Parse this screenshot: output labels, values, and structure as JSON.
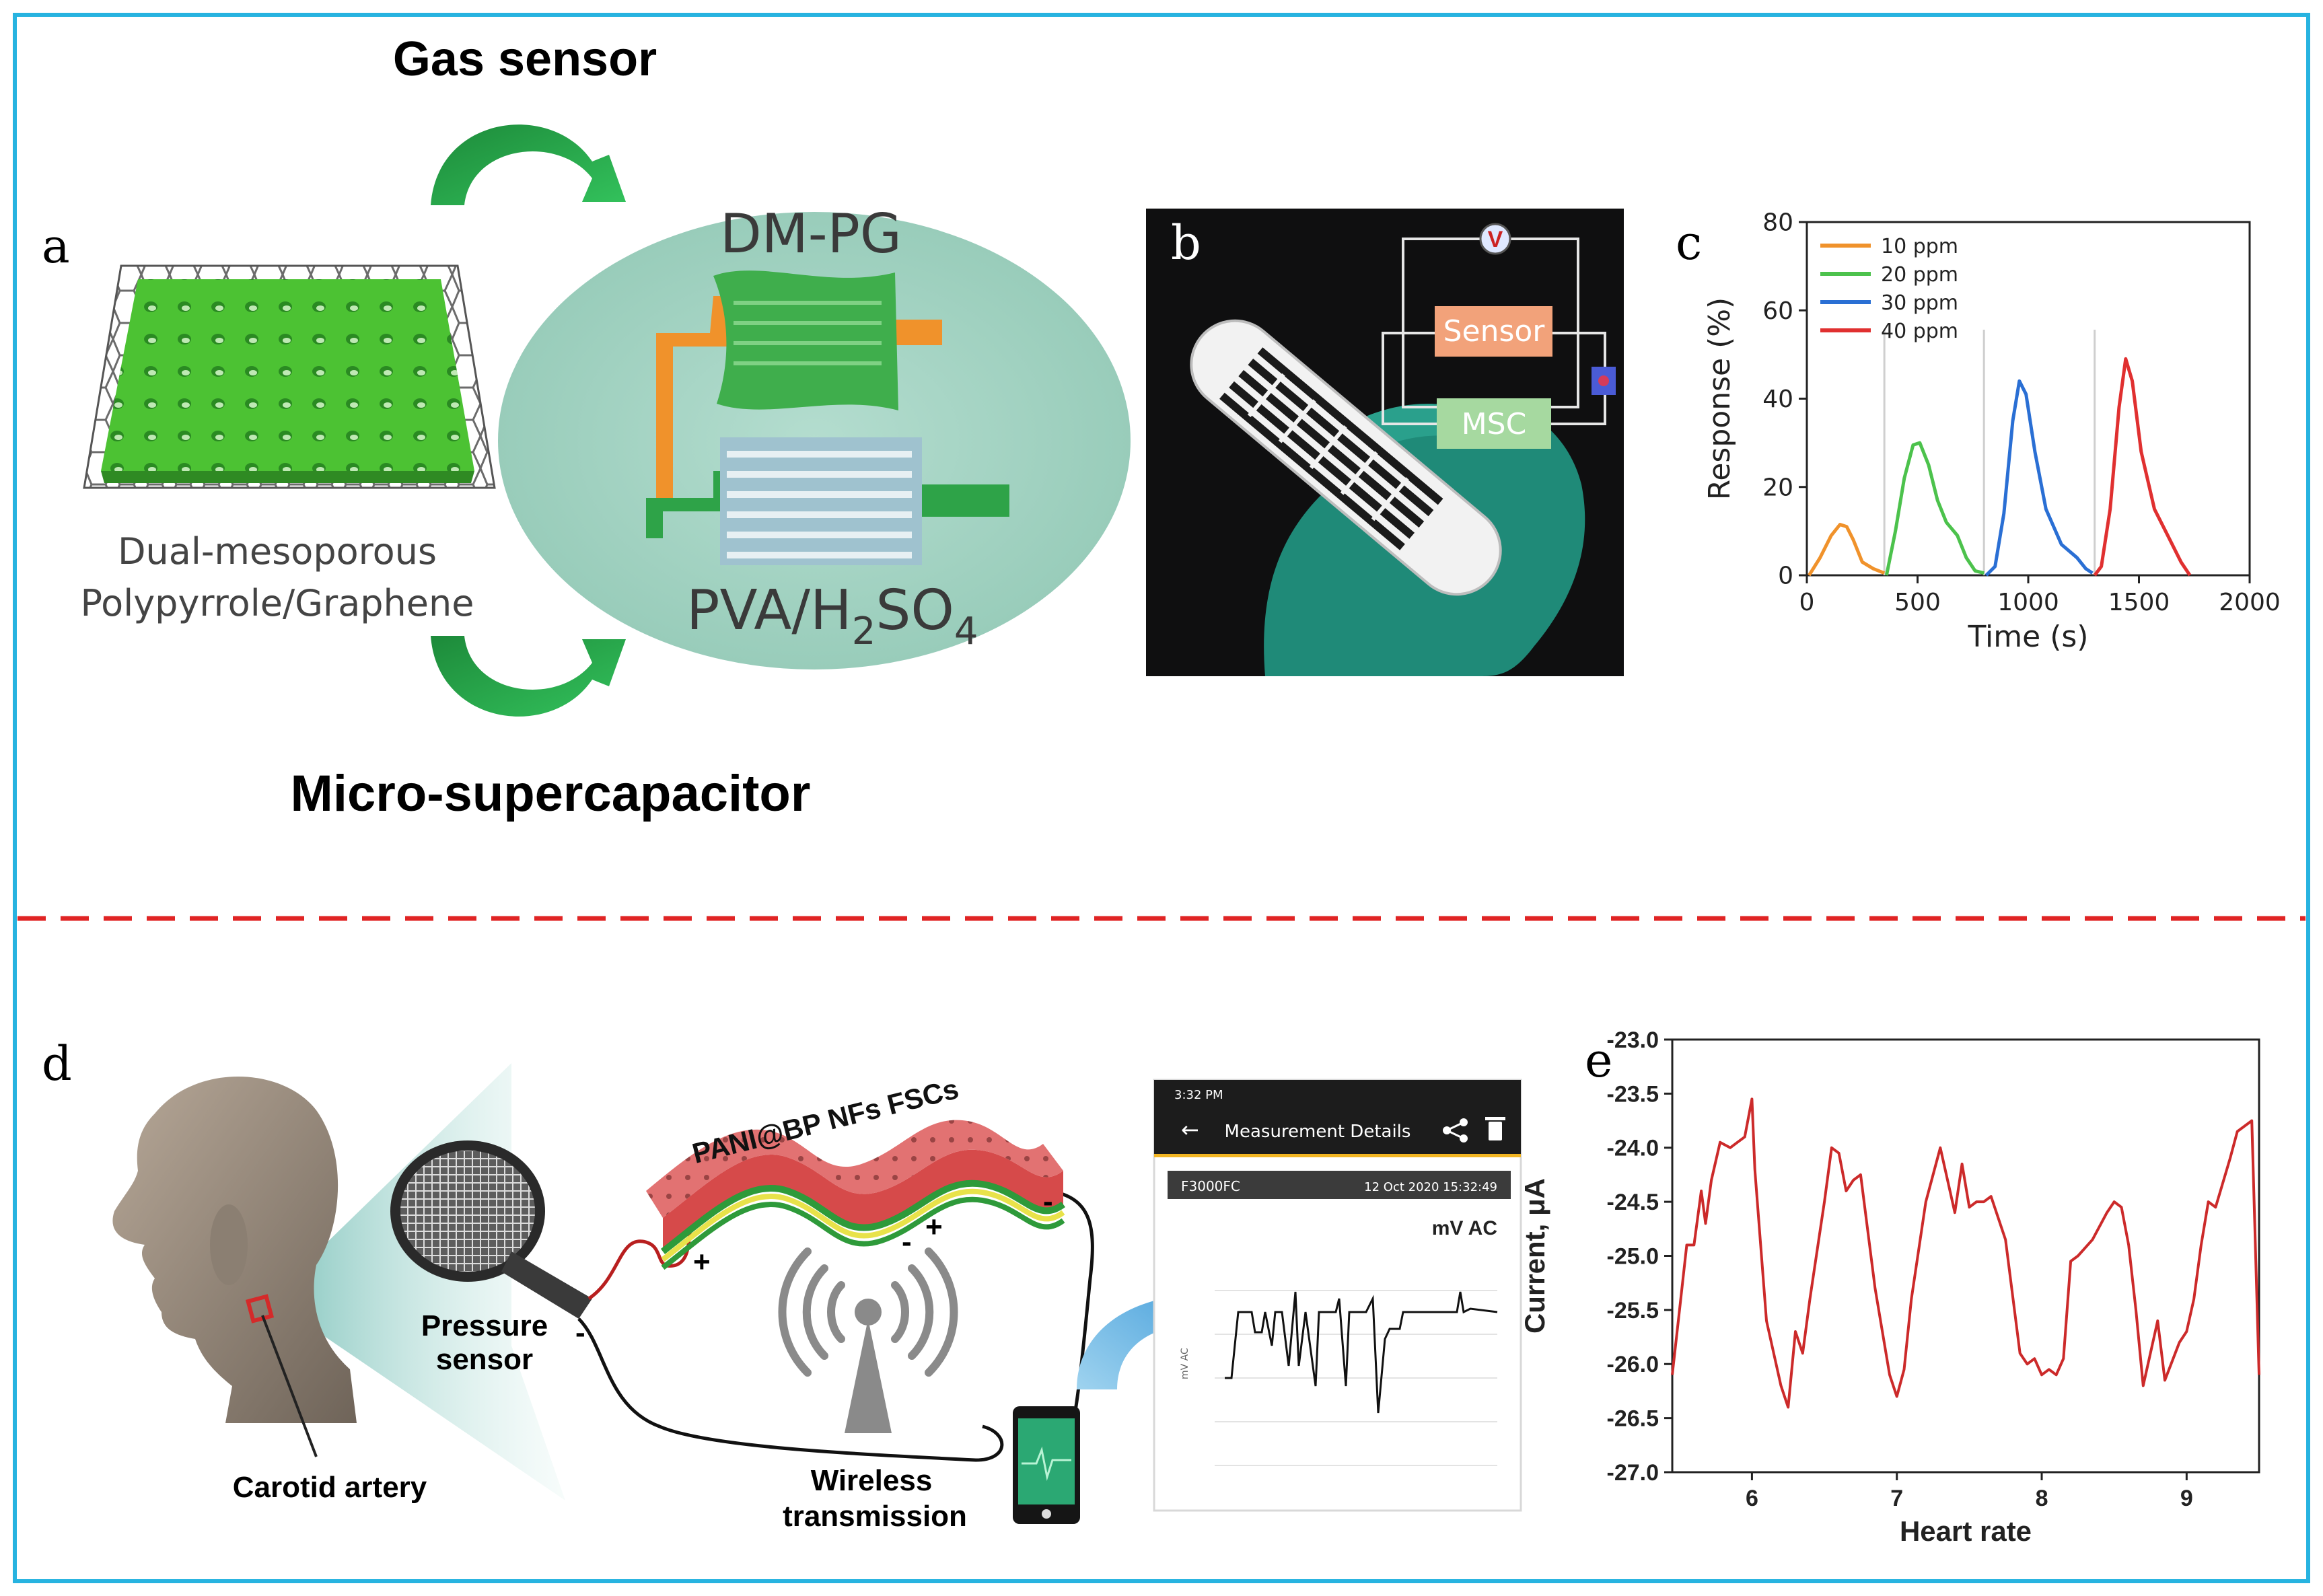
{
  "panel_labels": {
    "a": "a",
    "b": "b",
    "c": "c",
    "d": "d",
    "e": "e"
  },
  "panel_a": {
    "top_label": "Gas sensor",
    "bottom_label": "Micro-supercapacitor",
    "material_line1": "Dual-mesoporous",
    "material_line2": "Polypyrrole/Graphene",
    "dmpg_label": "DM-PG",
    "electrolyte": {
      "base": "PVA/H",
      "sub1": "2",
      "mid": "SO",
      "sub2": "4"
    }
  },
  "panel_b": {
    "voltmeter": "V",
    "sensor": "Sensor",
    "msc": "MSC"
  },
  "panel_d": {
    "fscs_label": "PANI@BP NFs FSCs",
    "pressure_line1": "Pressure",
    "pressure_line2": "sensor",
    "carotid": "Carotid artery",
    "wireless_line1": "Wireless",
    "wireless_line2": "transmission",
    "plus": "+",
    "minus": "-",
    "phone": {
      "status_time": "3:32 PM",
      "title": "Measurement Details",
      "device": "F3000FC",
      "timestamp": "12 Oct 2020 15:32:49",
      "unit": "mV AC",
      "ylabel": "mV AC"
    }
  },
  "chart_data": [
    {
      "type": "line",
      "panel": "c",
      "xlabel": "Time (s)",
      "ylabel": "Response (%)",
      "xlim": [
        0,
        2000
      ],
      "ylim": [
        0,
        80
      ],
      "xticks": [
        0,
        500,
        1000,
        1500,
        2000
      ],
      "yticks": [
        0,
        20,
        40,
        60,
        80
      ],
      "grid": false,
      "legend_position": "top-left",
      "series": [
        {
          "name": "10 ppm",
          "color": "#f0922b",
          "x": [
            10,
            60,
            110,
            150,
            180,
            210,
            250,
            300,
            350
          ],
          "y": [
            0,
            4,
            9,
            11.5,
            11,
            8,
            3,
            1.5,
            0.5
          ]
        },
        {
          "name": "20 ppm",
          "color": "#4cc24c",
          "x": [
            360,
            400,
            440,
            480,
            510,
            550,
            590,
            630,
            680,
            720,
            760,
            800
          ],
          "y": [
            0,
            10,
            22,
            29.5,
            30,
            25,
            17,
            12,
            9,
            4,
            1,
            0.5
          ]
        },
        {
          "name": "30 ppm",
          "color": "#2a6fd4",
          "x": [
            810,
            850,
            890,
            930,
            960,
            990,
            1030,
            1080,
            1150,
            1220,
            1260,
            1290
          ],
          "y": [
            0,
            2,
            14,
            35,
            44,
            41,
            28,
            15,
            7,
            4,
            1.5,
            0.5
          ]
        },
        {
          "name": "40 ppm",
          "color": "#e03030",
          "x": [
            1300,
            1330,
            1370,
            1410,
            1440,
            1470,
            1510,
            1570,
            1630,
            1690,
            1730
          ],
          "y": [
            0,
            2,
            15,
            38,
            49,
            44,
            28,
            15,
            9,
            3,
            0
          ]
        }
      ]
    },
    {
      "type": "line",
      "panel": "e",
      "xlabel": "Heart rate",
      "ylabel": "Current, μA",
      "xlim": [
        5.45,
        9.5
      ],
      "ylim": [
        -27.0,
        -23.0
      ],
      "xticks": [
        6,
        7,
        8,
        9
      ],
      "yticks": [
        -23.0,
        -23.5,
        -24.0,
        -24.5,
        -25.0,
        -25.5,
        -26.0,
        -26.5,
        -27.0
      ],
      "grid": false,
      "series": [
        {
          "name": "",
          "color": "#cc2a2a",
          "x": [
            5.45,
            5.5,
            5.55,
            5.6,
            5.65,
            5.68,
            5.72,
            5.78,
            5.85,
            5.9,
            5.95,
            6.0,
            6.02,
            6.1,
            6.2,
            6.25,
            6.3,
            6.35,
            6.4,
            6.5,
            6.55,
            6.6,
            6.65,
            6.7,
            6.75,
            6.85,
            6.95,
            7.0,
            7.05,
            7.1,
            7.2,
            7.3,
            7.4,
            7.45,
            7.5,
            7.55,
            7.6,
            7.65,
            7.75,
            7.85,
            7.9,
            7.95,
            8.0,
            8.05,
            8.1,
            8.15,
            8.2,
            8.25,
            8.35,
            8.45,
            8.5,
            8.55,
            8.6,
            8.65,
            8.7,
            8.8,
            8.85,
            8.95,
            9.0,
            9.05,
            9.1,
            9.15,
            9.2,
            9.3,
            9.35,
            9.45,
            9.5
          ],
          "y": [
            -26.1,
            -25.5,
            -24.9,
            -24.9,
            -24.4,
            -24.7,
            -24.3,
            -23.95,
            -24.0,
            -23.95,
            -23.9,
            -23.55,
            -24.2,
            -25.6,
            -26.2,
            -26.4,
            -25.7,
            -25.9,
            -25.4,
            -24.5,
            -24.0,
            -24.05,
            -24.4,
            -24.3,
            -24.25,
            -25.3,
            -26.1,
            -26.3,
            -26.05,
            -25.4,
            -24.5,
            -24.0,
            -24.6,
            -24.15,
            -24.55,
            -24.5,
            -24.5,
            -24.45,
            -24.85,
            -25.9,
            -26.0,
            -25.95,
            -26.1,
            -26.05,
            -26.1,
            -25.95,
            -25.05,
            -25.0,
            -24.85,
            -24.6,
            -24.5,
            -24.55,
            -24.9,
            -25.5,
            -26.2,
            -25.6,
            -26.15,
            -25.8,
            -25.7,
            -25.4,
            -24.9,
            -24.5,
            -24.55,
            -24.1,
            -23.85,
            -23.75,
            -26.1
          ]
        }
      ]
    }
  ]
}
